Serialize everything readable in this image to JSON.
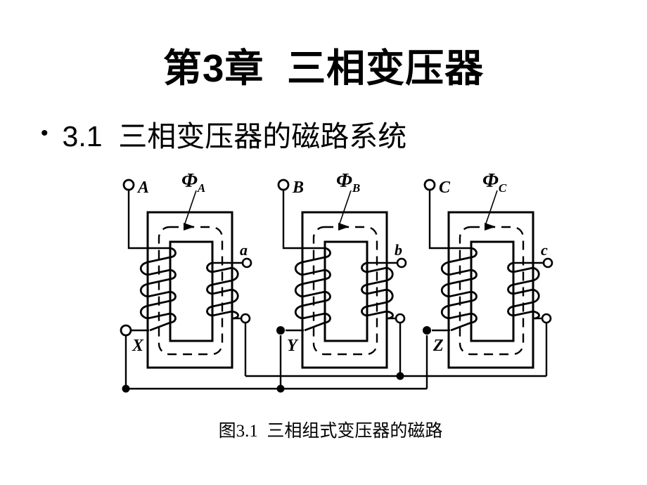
{
  "colors": {
    "ink": "#000000",
    "background": "#ffffff"
  },
  "slide": {
    "title": "第3章  三相变压器",
    "bullet": {
      "marker": "•",
      "text": "3.1  三相变压器的磁路系统"
    },
    "figure_caption": "图3.1  三相组式变压器的磁路"
  },
  "diagram": {
    "phases": [
      {
        "primary_terminal": "A",
        "flux_symbol": "Φ",
        "flux_subscript": "A",
        "secondary_terminal": "a",
        "neutral_terminal": "X"
      },
      {
        "primary_terminal": "B",
        "flux_symbol": "Φ",
        "flux_subscript": "B",
        "secondary_terminal": "b",
        "neutral_terminal": "Y"
      },
      {
        "primary_terminal": "C",
        "flux_symbol": "Φ",
        "flux_subscript": "C",
        "secondary_terminal": "c",
        "neutral_terminal": "Z"
      }
    ]
  }
}
